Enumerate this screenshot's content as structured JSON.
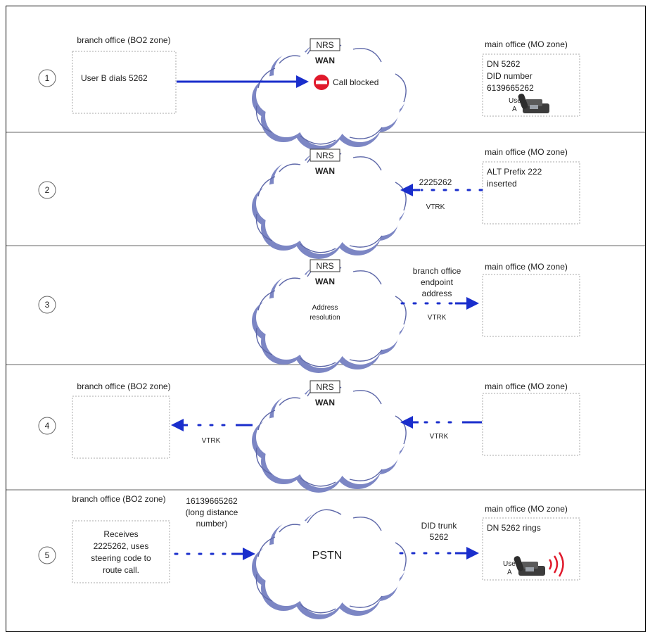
{
  "rows": [
    {
      "step": "1",
      "left_title": "branch office (BO2 zone)",
      "left_text": "User B dials 5262",
      "nrs": "NRS",
      "cloud": "WAN",
      "blocked": "Call blocked",
      "right_title": "main office (MO zone)",
      "right_lines": [
        "DN 5262",
        "DID number",
        "6139665262"
      ],
      "user_lines": [
        "User",
        "A"
      ]
    },
    {
      "step": "2",
      "nrs": "NRS",
      "cloud": "WAN",
      "right_title": "main office (MO zone)",
      "right_lines": [
        "ALT Prefix 222",
        "inserted"
      ],
      "arrow_label": "2225262",
      "trunk": "VTRK"
    },
    {
      "step": "3",
      "nrs": "NRS",
      "cloud": "WAN",
      "cloud_lines": [
        "Address",
        "resolution"
      ],
      "right_title": "main office (MO zone)",
      "arrow_lines": [
        "branch office",
        "endpoint",
        "address"
      ],
      "trunk": "VTRK"
    },
    {
      "step": "4",
      "left_title": "branch office (BO2 zone)",
      "nrs": "NRS",
      "cloud": "WAN",
      "right_title": "main office (MO zone)",
      "left_trunk": "VTRK",
      "right_trunk": "VTRK"
    },
    {
      "step": "5",
      "left_title": "branch office (BO2 zone)",
      "left_lines": [
        "Receives",
        "2225262, uses",
        "steering code to",
        "route call."
      ],
      "left_arrow_lines": [
        "16139665262",
        "(long distance",
        "number)"
      ],
      "cloud": "PSTN",
      "right_arrow_lines": [
        "DID trunk",
        "5262"
      ],
      "right_title": "main office (MO zone)",
      "right_lines": [
        "DN 5262 rings"
      ],
      "user_lines": [
        "User",
        "A"
      ]
    }
  ],
  "colors": {
    "arrow": "#1a2ecc",
    "blocked": "#e0192b",
    "ring": "#e0192b",
    "cloud": "#7c86c4"
  },
  "icons": [
    "phone-icon",
    "no-entry-icon",
    "ringing-icon"
  ]
}
